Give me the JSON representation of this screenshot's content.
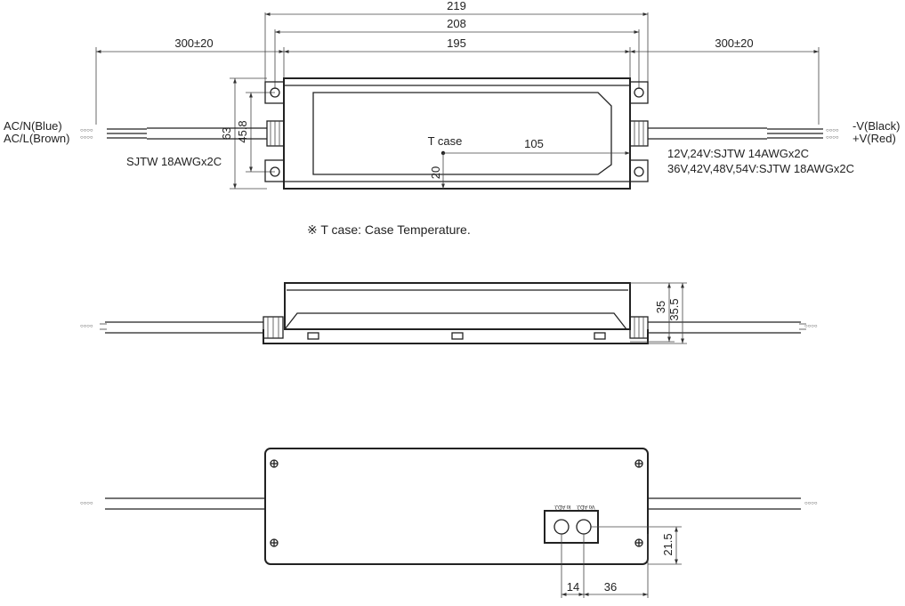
{
  "top_view": {
    "dims": {
      "overall": "219",
      "mount": "208",
      "body": "195",
      "left_cable": "300±20",
      "right_cable": "300±20",
      "height_total": "63",
      "height_mount": "45.8",
      "tcase_x": "105",
      "tcase_y": "20"
    },
    "tcase_label": "T case",
    "left_wire_labels": [
      "AC/N(Blue)",
      "AC/L(Brown)"
    ],
    "left_cable_spec": "SJTW 18AWGx2C",
    "right_wire_labels": [
      "-V(Black)",
      "+V(Red)"
    ],
    "right_cable_spec": [
      "12V,24V:SJTW 14AWGx2C",
      "36V,42V,48V,54V:SJTW 18AWGx2C"
    ]
  },
  "note": "※ T case: Case Temperature.",
  "side_view": {
    "dims": {
      "height_body": "35",
      "height_total": "35.5"
    }
  },
  "bottom_view": {
    "adj_labels": [
      "Io ADJ.",
      "Vo ADJ."
    ],
    "dims": {
      "adj_y": "21.5",
      "adj_io": "14",
      "adj_vo": "36"
    }
  }
}
